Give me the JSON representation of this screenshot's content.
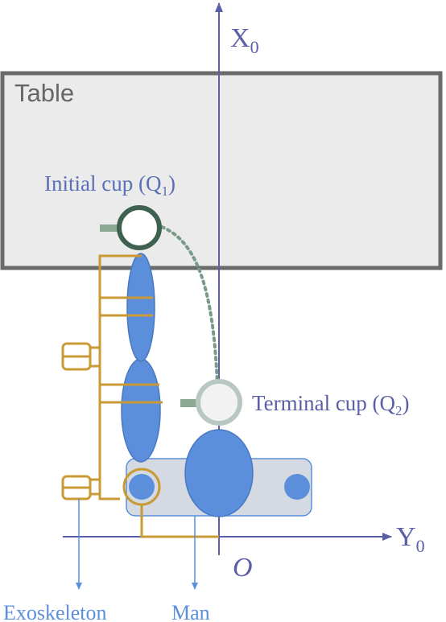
{
  "labels": {
    "x_axis": "X",
    "x_axis_sub": "0",
    "y_axis": "Y",
    "y_axis_sub": "0",
    "origin": "O",
    "table": "Table",
    "initial_cup": "Initial cup (Q",
    "initial_cup_sub": "1",
    "initial_cup_close": ")",
    "terminal_cup": "Terminal cup (Q",
    "terminal_cup_sub": "2",
    "terminal_cup_close": ")",
    "exoskeleton": "Exoskeleton",
    "man": "Man"
  },
  "colors": {
    "axis": "#5b5fa6",
    "axis_text": "#5b5fa6",
    "table_fill": "#ebebeb",
    "table_stroke": "#6a6a6a",
    "table_text": "#666666",
    "cup_label": "#5a6fb5",
    "initial_cup_ring": "#3f6150",
    "terminal_cup_ring": "#b8c8c0",
    "cup_handle": "#8aaa96",
    "path": "#7a9a88",
    "body_blue": "#5b8fdc",
    "body_stroke": "#4a78c0",
    "torso_fill": "#d4d9e2",
    "torso_stroke": "#5b8fdc",
    "exo": "#c99a35",
    "pointer": "#5b8fdc",
    "bottom_label": "#5b8fdc"
  }
}
